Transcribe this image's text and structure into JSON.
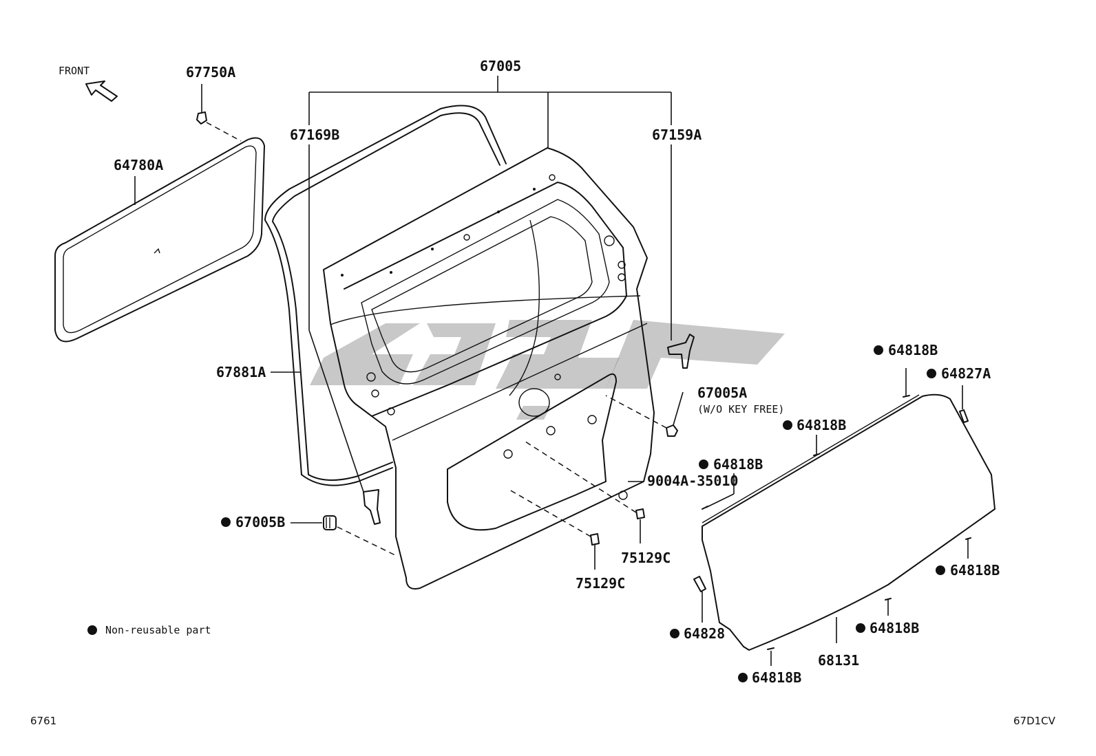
{
  "diagram": {
    "front_label": "FRONT",
    "legend": {
      "symbol": "dot-icon",
      "text": "Non-reusable part"
    },
    "footer_left": "6761",
    "footer_right": "67D1CV",
    "parts": {
      "p67005": "67005",
      "p67750A": "67750A",
      "p64780A": "64780A",
      "p67169B": "67169B",
      "p67159A": "67159A",
      "p67881A": "67881A",
      "p67005A": "67005A",
      "p67005A_note": "(W/O KEY FREE)",
      "p64818B_1": "64818B",
      "p64827A": "64827A",
      "p64818B_2": "64818B",
      "p64818B_3": "64818B",
      "p9004A": "9004A-35010",
      "p67005B": "67005B",
      "p75129C_1": "75129C",
      "p75129C_2": "75129C",
      "p64818B_4": "64818B",
      "p64828": "64828",
      "p64818B_5": "64818B",
      "p68131": "68131",
      "p64818B_6": "64818B"
    }
  }
}
